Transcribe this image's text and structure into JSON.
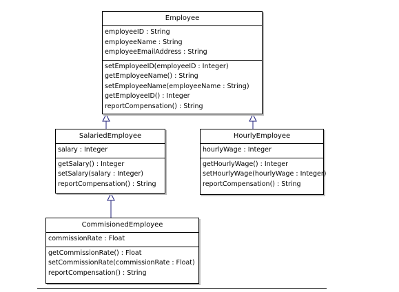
{
  "classes": {
    "employee": {
      "name": "Employee",
      "attributes": [
        "employeeID : String",
        "employeeName : String",
        "employeeEmailAddress : String"
      ],
      "operations": [
        "setEmployeeID(employeeID : Integer)",
        "getEmployeeName() : String",
        "setEmployeeName(employeeName : String)",
        "getEmployeeID() : Integer",
        "reportCompensation() : String"
      ]
    },
    "salaried": {
      "name": "SalariedEmployee",
      "attributes": [
        "salary : Integer"
      ],
      "operations": [
        "getSalary() : Integer",
        "setSalary(salary : Integer)",
        "reportCompensation() : String"
      ]
    },
    "hourly": {
      "name": "HourlyEmployee",
      "attributes": [
        "hourlyWage : Integer"
      ],
      "operations": [
        "getHourlyWage() : Integer",
        "setHourlyWage(hourlyWage : Integer)",
        "reportCompensation() : String"
      ]
    },
    "commissioned": {
      "name": "CommisionedEmployee",
      "attributes": [
        "commissionRate : Float"
      ],
      "operations": [
        "getCommissionRate() : Float",
        "setCommissionRate(commissionRate : Float)",
        "reportCompensation() : String"
      ]
    }
  },
  "relationships": [
    {
      "type": "generalization",
      "from": "SalariedEmployee",
      "to": "Employee"
    },
    {
      "type": "generalization",
      "from": "HourlyEmployee",
      "to": "Employee"
    },
    {
      "type": "generalization",
      "from": "CommisionedEmployee",
      "to": "SalariedEmployee"
    }
  ],
  "colors": {
    "line": "#1f1f7a",
    "border": "#000000",
    "shadow": "#bfbfbf"
  }
}
